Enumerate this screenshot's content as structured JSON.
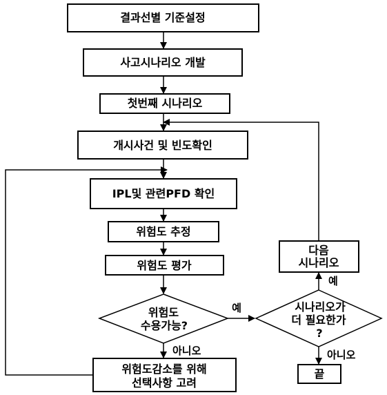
{
  "diagram": {
    "nodes": {
      "set_criteria": "결과선별 기준설정",
      "develop_scenarios": "사고시나리오 개발",
      "first_scenario": "첫번째 시나리오",
      "initiating_event": "개시사건 및 빈도확인",
      "ipl_pfd": "IPL및 관련PFD 확인",
      "estimate_risk": "위험도 추정",
      "evaluate_risk": "위험도 평가",
      "risk_acceptable_line1": "위험도",
      "risk_acceptable_line2": "수용가능?",
      "consider_options_line1": "위험도감소를 위해",
      "consider_options_line2": "선택사항 고려",
      "more_scenarios_line1": "시나리오가",
      "more_scenarios_line2": "더 필요한가",
      "more_scenarios_line3": "?",
      "next_scenario_line1": "다음",
      "next_scenario_line2": "시나리오",
      "end": "끝"
    },
    "edge_labels": {
      "acceptable_yes": "예",
      "acceptable_no": "아니오",
      "more_yes": "예",
      "more_no": "아니오"
    }
  }
}
